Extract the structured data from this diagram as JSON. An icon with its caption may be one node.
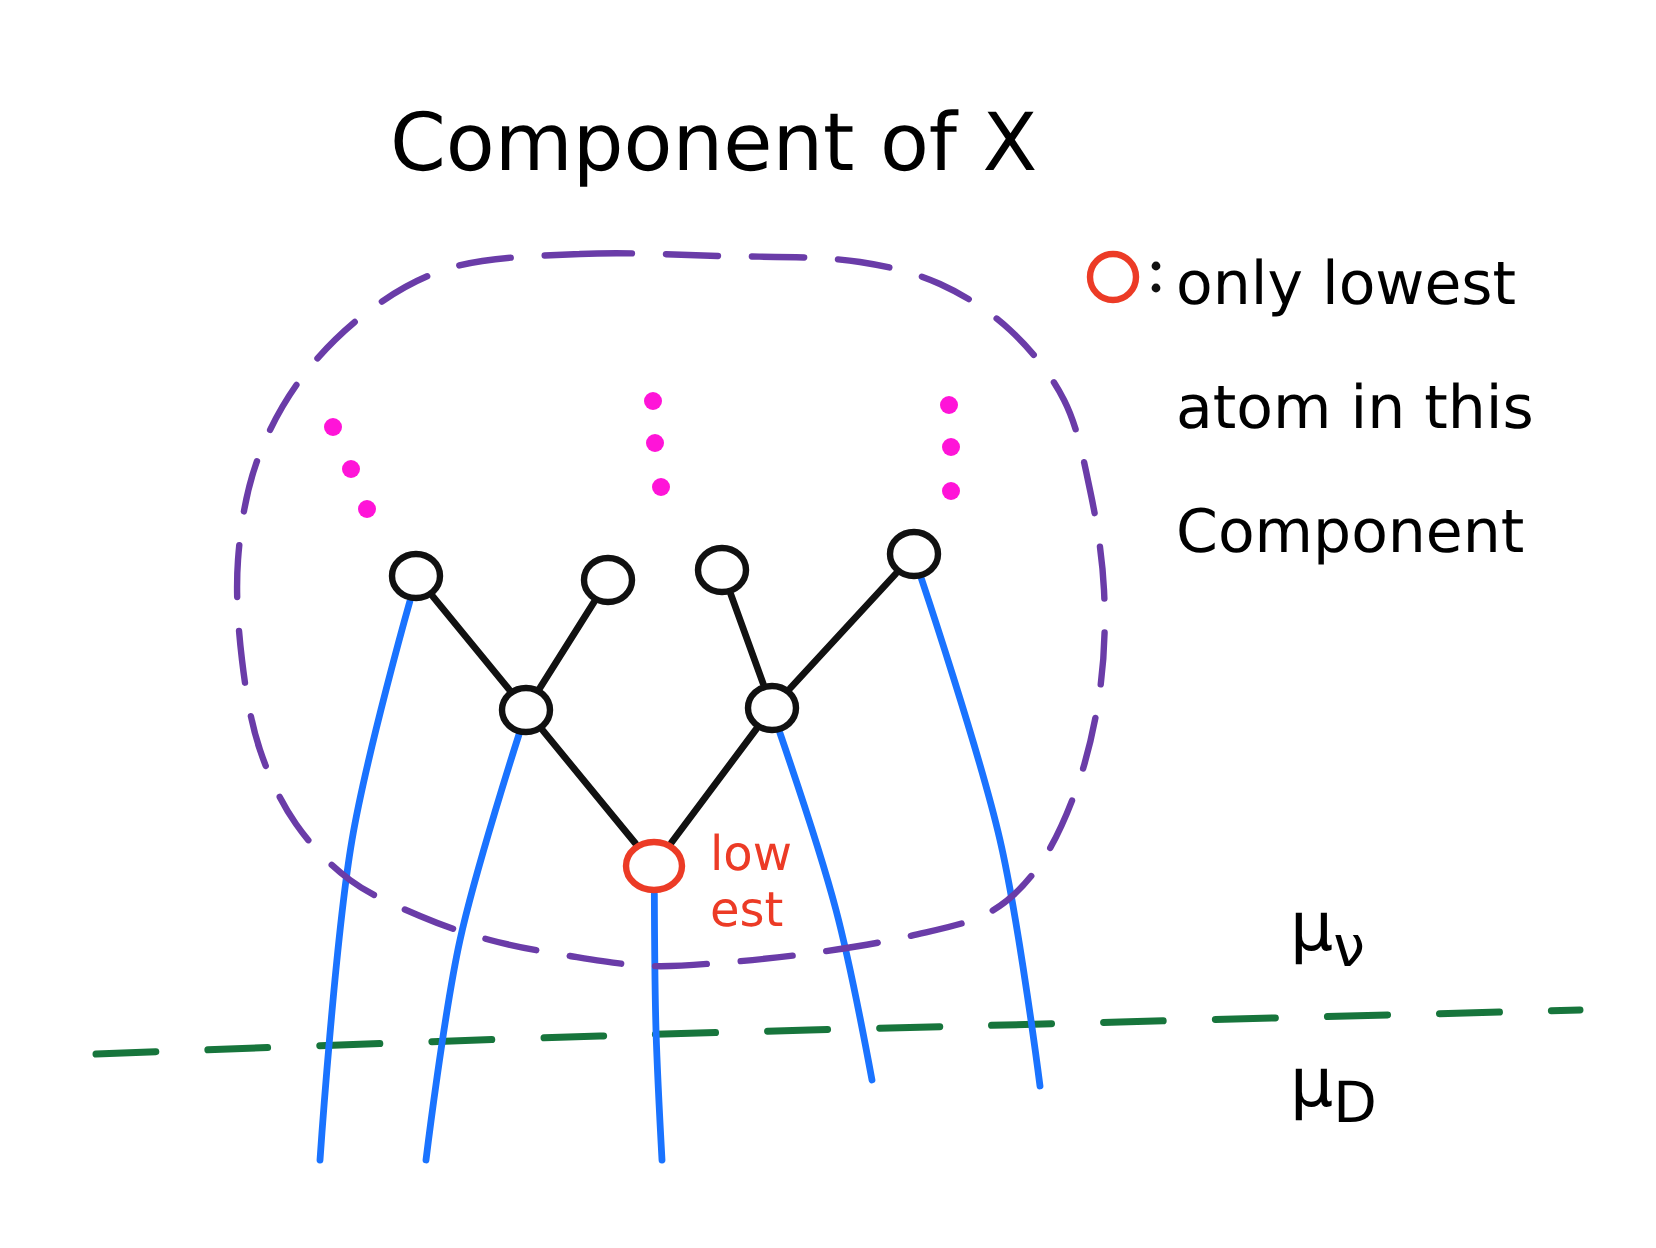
{
  "diagram": {
    "nodes": [
      {
        "text": [
          "Component of X"
        ]
      },
      {
        "text": [],
        "shape": "circle",
        "in": 0
      },
      {
        "text": [],
        "shape": "circle",
        "in": 0
      },
      {
        "text": [],
        "shape": "circle",
        "in": 0
      },
      {
        "text": [],
        "shape": "circle",
        "in": 0
      },
      {
        "text": [],
        "shape": "circle",
        "in": 0
      },
      {
        "text": [],
        "shape": "circle",
        "in": 0
      },
      {
        "text": [],
        "shape": "circle",
        "in": 0,
        "beside": [
          "low est"
        ]
      }
    ],
    "edges": [
      {
        "from": 1,
        "to": 5,
        "arrow": "none"
      },
      {
        "from": 2,
        "to": 5,
        "arrow": "none"
      },
      {
        "from": 3,
        "to": 6,
        "arrow": "none"
      },
      {
        "from": 4,
        "to": 6,
        "arrow": "none"
      },
      {
        "from": 5,
        "to": 7,
        "arrow": "none"
      },
      {
        "from": 6,
        "to": 7,
        "arrow": "none"
      },
      {
        "from": 1,
        "to": null,
        "arrow": "none",
        "color": "#1a73ff"
      },
      {
        "from": 5,
        "to": null,
        "arrow": "none",
        "color": "#1a73ff"
      },
      {
        "from": 7,
        "to": null,
        "arrow": "none",
        "color": "#1a73ff"
      },
      {
        "from": 6,
        "to": null,
        "arrow": "none",
        "color": "#1a73ff"
      },
      {
        "from": 4,
        "to": null,
        "arrow": "none",
        "color": "#1a73ff"
      }
    ],
    "labels": [
      "μ$_{ν}$",
      "μ$_{D}$"
    ],
    "legend": [
      {
        "text": "only lowest atom in this Component"
      }
    ]
  }
}
